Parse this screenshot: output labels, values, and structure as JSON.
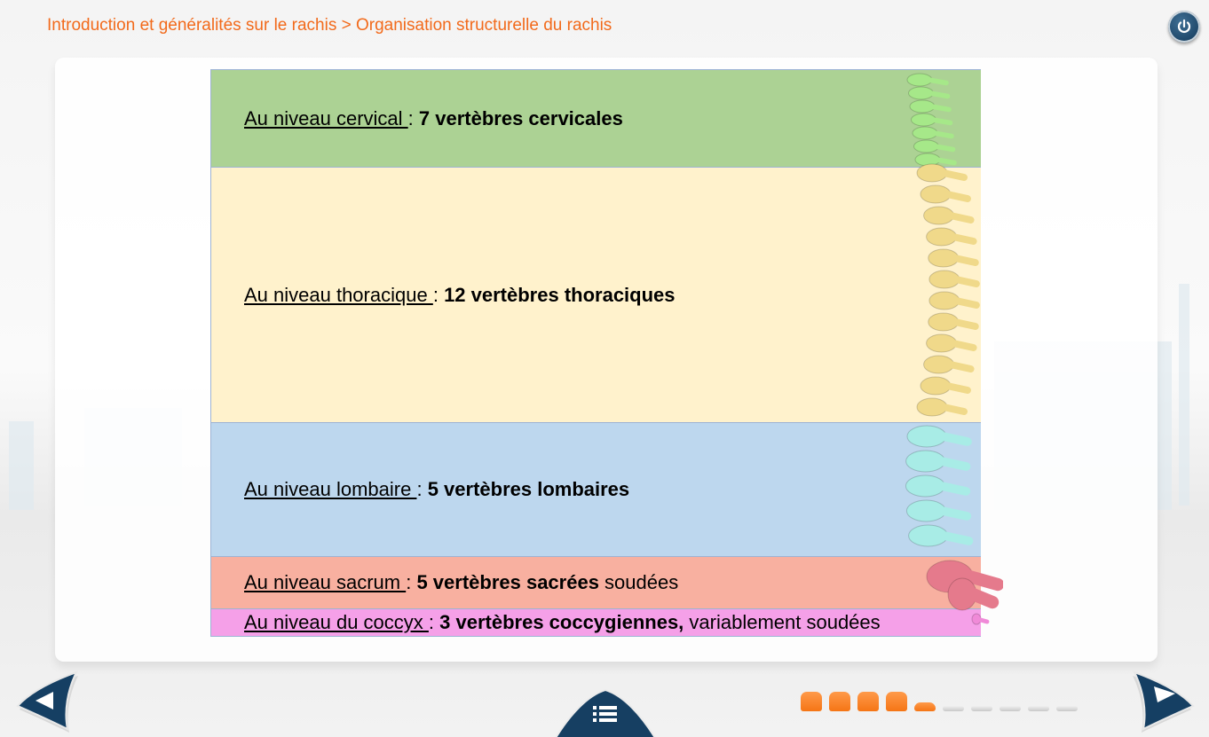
{
  "breadcrumb": "Introduction et généralités sur le rachis > Organisation structurelle du rachis",
  "rows": [
    {
      "name": "cervical",
      "label": "Au niveau cervical ",
      "sep": ": ",
      "bold": "7 vertèbres cervicales",
      "rest": "",
      "color": "#acd294"
    },
    {
      "name": "thoracique",
      "label": "Au niveau thoracique ",
      "sep": ": ",
      "bold": "12 vertèbres thoraciques",
      "rest": "",
      "color": "#fff2cc"
    },
    {
      "name": "lombaire",
      "label": "Au niveau lombaire ",
      "sep": ": ",
      "bold": "5 vertèbres lombaires",
      "rest": "",
      "color": "#bdd7ee"
    },
    {
      "name": "sacrum",
      "label": "Au niveau sacrum ",
      "sep": ": ",
      "bold": "5 vertèbres sacrées",
      "rest": " soudées",
      "color": "#f8b0a0"
    },
    {
      "name": "coccyx",
      "label": "Au niveau du coccyx ",
      "sep": ": ",
      "bold": "3 vertèbres coccygiennes,",
      "rest": " variablement soudées",
      "color": "#f5a0e8"
    }
  ],
  "progress": {
    "total": 10,
    "completed": 4,
    "current": 5
  },
  "icons": {
    "power": "power-icon",
    "prev": "arrow-left-icon",
    "next": "arrow-right-icon",
    "menu": "list-icon"
  }
}
